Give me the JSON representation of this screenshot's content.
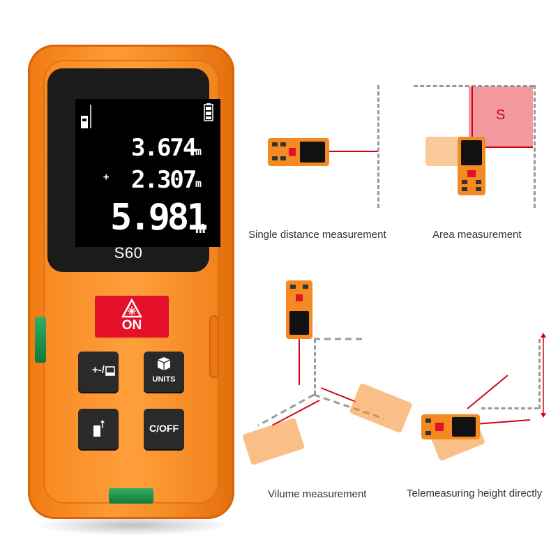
{
  "device": {
    "model": "S60",
    "lcd": {
      "line1": "3.674",
      "line2": "2.307",
      "line3": "5.981",
      "unit": "m",
      "plus_sign": "+"
    },
    "buttons": {
      "on_label": "ON",
      "plus_minus_label": "+-/",
      "units_label": "UNITS",
      "clear_off_label": "C/OFF"
    }
  },
  "illustrations": {
    "single_caption": "Single distance measurement",
    "area_caption": "Area measurement",
    "area_mark": "S",
    "volume_caption": "Vilume measurement",
    "height_caption": "Telemeasuring height directly"
  },
  "colors": {
    "body_orange": "#f58a22",
    "laser_red": "#d0021b",
    "on_red": "#e5102a",
    "dark_key": "#2a2a2a"
  }
}
